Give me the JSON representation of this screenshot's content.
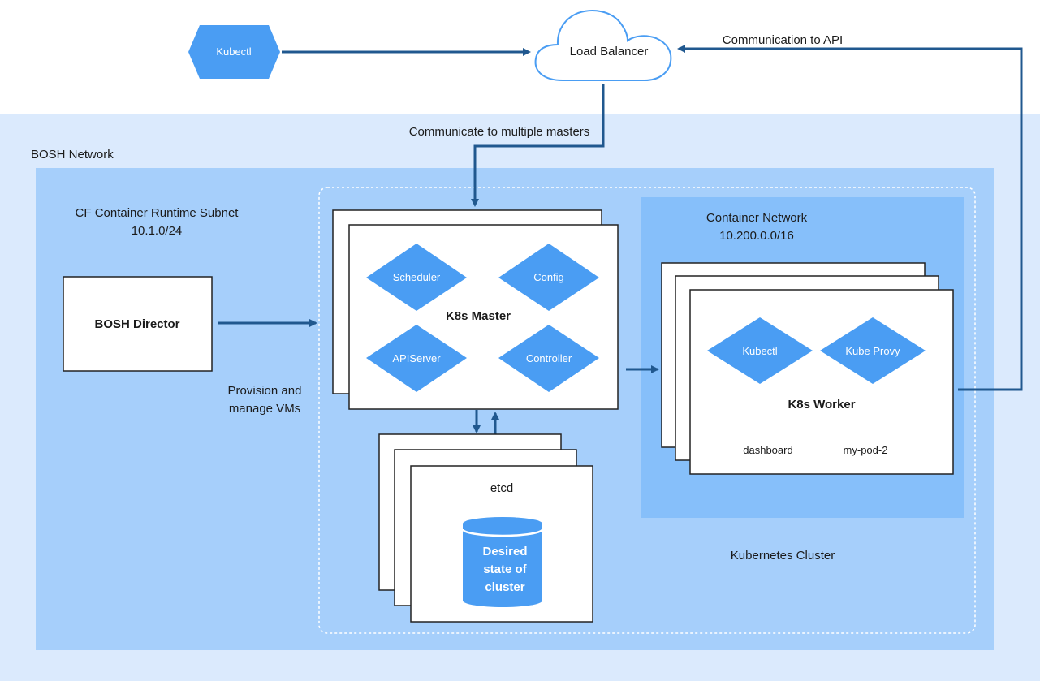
{
  "nodes": {
    "kubectl_external": "Kubectl",
    "load_balancer": "Load Balancer",
    "bosh_network": "BOSH Network",
    "subnet_title": "CF Container Runtime Subnet",
    "subnet_cidr": "10.1.0/24",
    "bosh_director": "BOSH Director",
    "provision_line1": "Provision and",
    "provision_line2": "manage VMs",
    "k8s_master": "K8s Master",
    "scheduler": "Scheduler",
    "config": "Config",
    "apiserver": "APIServer",
    "controller": "Controller",
    "etcd": "etcd",
    "desired_line1": "Desired",
    "desired_line2": "state of",
    "desired_line3": "cluster",
    "container_network_title": "Container Network",
    "container_network_cidr": "10.200.0.0/16",
    "k8s_worker": "K8s Worker",
    "worker_kubectl": "Kubectl",
    "kube_proxy": "Kube Provy",
    "dashboard": "dashboard",
    "my_pod": "my-pod-2",
    "kubernetes_cluster": "Kubernetes Cluster"
  },
  "edges": {
    "communicate_masters": "Communicate to multiple masters",
    "communication_api": "Communication to API"
  },
  "colors": {
    "bosh_network_bg": "#dbeafd",
    "subnet_bg": "#a6cffb",
    "container_network_bg": "#86bffa",
    "accent": "#4a9df3",
    "arrow": "#20588f"
  }
}
